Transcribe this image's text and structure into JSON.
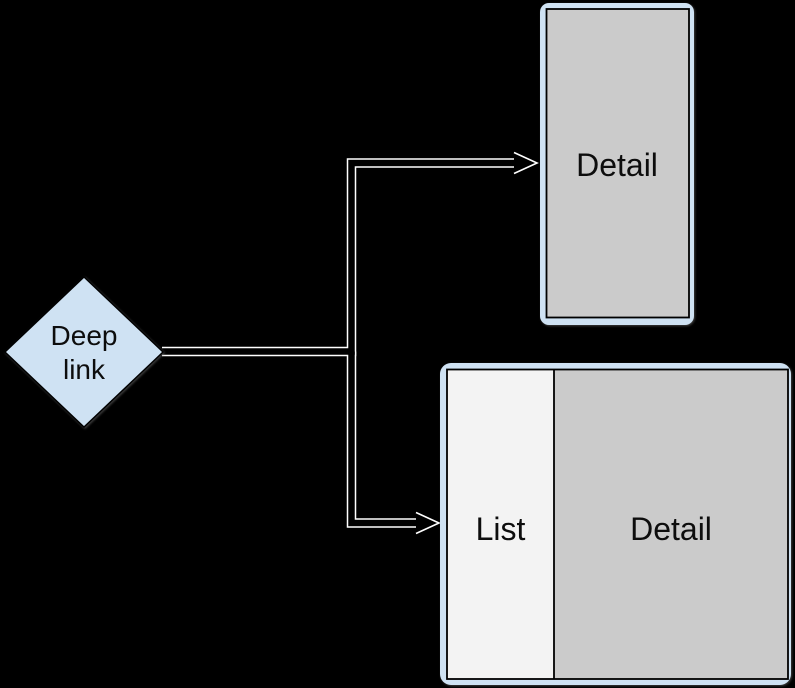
{
  "colors": {
    "background": "#000000",
    "shape_blue": "#cfe2f3",
    "pane_gray": "#cbcbcb",
    "pane_light": "#f3f3f3",
    "text": "#0d0d0d",
    "connector_outline": "#ffffff",
    "connector_core": "#000000",
    "border_black": "#000000"
  },
  "diagram": {
    "deep_link_node": {
      "line1": "Deep",
      "line2": "link"
    },
    "detail_only_node": {
      "label": "Detail"
    },
    "list_detail_node": {
      "list_label": "List",
      "detail_label": "Detail"
    }
  }
}
